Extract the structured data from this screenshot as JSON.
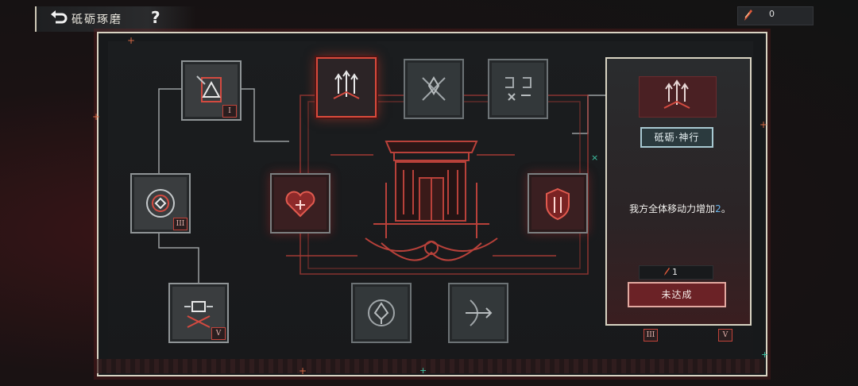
{
  "header": {
    "title": "砥砺琢磨",
    "help_label": "?",
    "back_icon": "back-arrow-icon"
  },
  "currency": {
    "icon": "feather-quill-icon",
    "value": "0"
  },
  "colors": {
    "accent_red": "#d94a3b",
    "highlight_blue": "#6ab3e8",
    "teal_name": "#a8c9d2",
    "border_cream": "#d8d3c2"
  },
  "skill_tree": {
    "nodes": [
      {
        "id": "left-1",
        "icon": "triangle-sigil-icon",
        "tier": "I"
      },
      {
        "id": "left-2",
        "icon": "target-circle-icon",
        "tier": "III"
      },
      {
        "id": "left-3",
        "icon": "skull-crossbones-icon",
        "tier": "V"
      },
      {
        "id": "top-1",
        "icon": "arrows-up-fan-icon",
        "tier": ""
      },
      {
        "id": "top-2",
        "icon": "crossed-blades-icon",
        "tier": ""
      },
      {
        "id": "top-3",
        "icon": "glyph-pattern-icon",
        "tier": ""
      },
      {
        "id": "mid-left",
        "icon": "heart-plus-icon",
        "tier": ""
      },
      {
        "id": "mid-right",
        "icon": "shield-emblem-icon",
        "tier": ""
      },
      {
        "id": "bottom-1",
        "icon": "spade-circle-icon",
        "tier": ""
      },
      {
        "id": "bottom-2",
        "icon": "bow-arrow-icon",
        "tier": ""
      }
    ],
    "center_icon": "temple-gate-icon",
    "right_tiers": [
      "III",
      "V"
    ]
  },
  "detail_panel": {
    "skill_name": "砥砺·神行",
    "description_prefix": "我方全体移动力增加",
    "description_value": "2",
    "description_suffix": "。",
    "cost_value": "1",
    "button_label": "未达成"
  }
}
